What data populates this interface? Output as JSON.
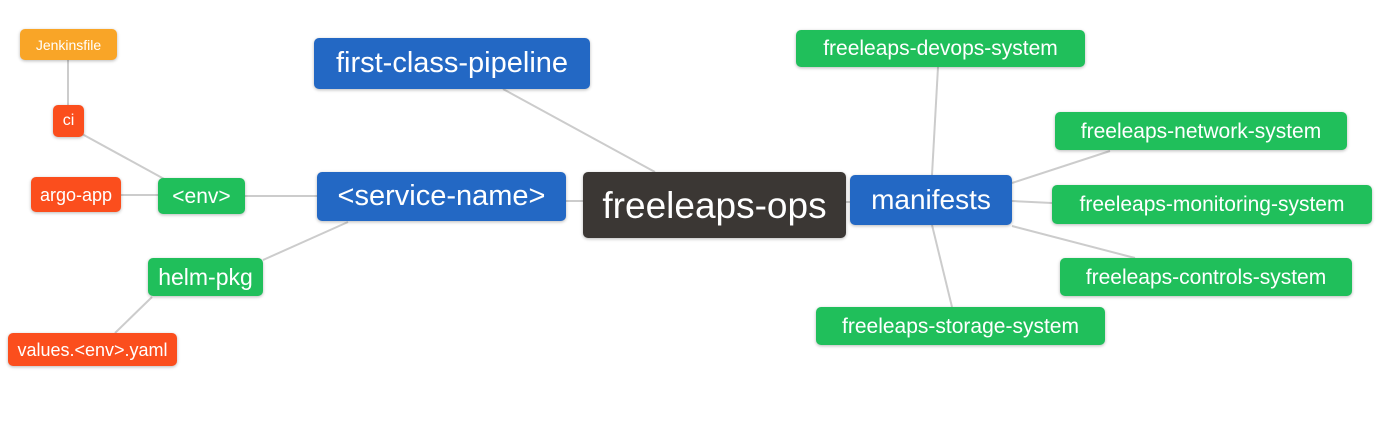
{
  "mindmap": {
    "root_label": "freeleaps-ops",
    "colors": {
      "blue": "#2368C4",
      "green": "#20BF5B",
      "red": "#FB4E1D",
      "orange": "#F9A527",
      "dark": "#3B3734",
      "text": "#FFFFFF",
      "link": "#CCCCCC",
      "background": "#FFFFFF"
    },
    "nodes": {
      "jenkinsfile": {
        "label": "Jenkinsfile",
        "color": "orange"
      },
      "ci": {
        "label": "ci",
        "color": "red"
      },
      "argo_app": {
        "label": "argo-app",
        "color": "red"
      },
      "env": {
        "label": "<env>",
        "color": "green"
      },
      "helm_pkg": {
        "label": "helm-pkg",
        "color": "green"
      },
      "values_yaml": {
        "label": "values.<env>.yaml",
        "color": "red"
      },
      "first_class_pipeline": {
        "label": "first-class-pipeline",
        "color": "blue"
      },
      "service_name": {
        "label": "<service-name>",
        "color": "blue"
      },
      "root": {
        "label": "freeleaps-ops",
        "color": "dark"
      },
      "manifests": {
        "label": "manifests",
        "color": "blue"
      },
      "devops_system": {
        "label": "freeleaps-devops-system",
        "color": "green"
      },
      "network_system": {
        "label": "freeleaps-network-system",
        "color": "green"
      },
      "monitoring_system": {
        "label": "freeleaps-monitoring-system",
        "color": "green"
      },
      "controls_system": {
        "label": "freeleaps-controls-system",
        "color": "green"
      },
      "storage_system": {
        "label": "freeleaps-storage-system",
        "color": "green"
      }
    },
    "edges": [
      [
        "root",
        "first_class_pipeline"
      ],
      [
        "root",
        "service_name"
      ],
      [
        "root",
        "manifests"
      ],
      [
        "service_name",
        "env"
      ],
      [
        "service_name",
        "helm_pkg"
      ],
      [
        "env",
        "ci"
      ],
      [
        "env",
        "argo_app"
      ],
      [
        "ci",
        "jenkinsfile"
      ],
      [
        "helm_pkg",
        "values_yaml"
      ],
      [
        "manifests",
        "devops_system"
      ],
      [
        "manifests",
        "network_system"
      ],
      [
        "manifests",
        "monitoring_system"
      ],
      [
        "manifests",
        "controls_system"
      ],
      [
        "manifests",
        "storage_system"
      ]
    ],
    "hierarchy": {
      "freeleaps-ops": {
        "first-class-pipeline": {},
        "<service-name>": {
          "<env>": {
            "ci": {
              "Jenkinsfile": {}
            },
            "argo-app": {}
          },
          "helm-pkg": {
            "values.<env>.yaml": {}
          }
        },
        "manifests": {
          "freeleaps-devops-system": {},
          "freeleaps-network-system": {},
          "freeleaps-monitoring-system": {},
          "freeleaps-controls-system": {},
          "freeleaps-storage-system": {}
        }
      }
    }
  }
}
